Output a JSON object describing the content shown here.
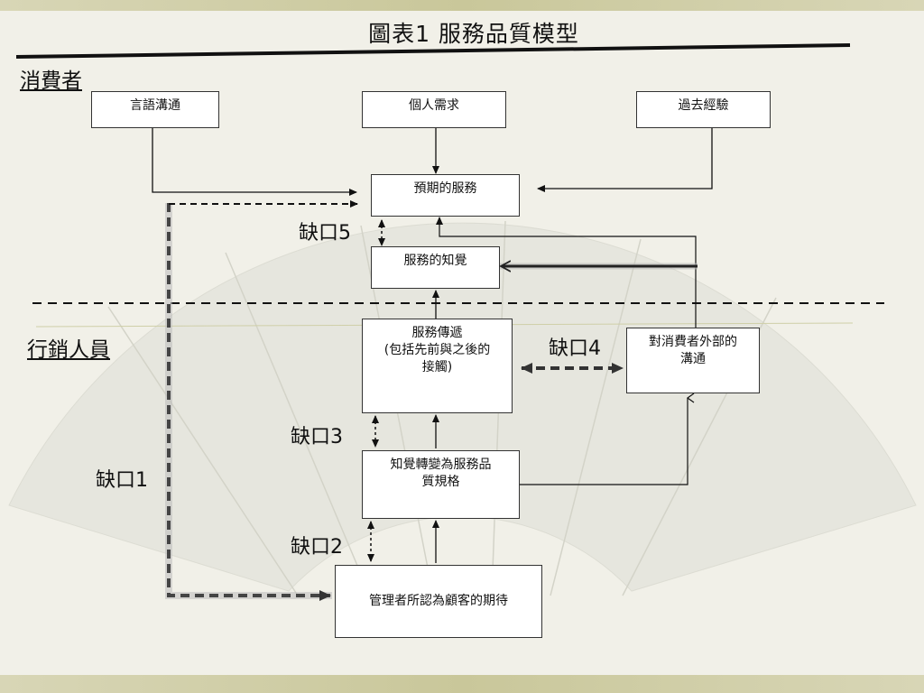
{
  "title": "圖表1 服務品質模型",
  "sections": {
    "consumer": "消費者",
    "marketer": "行銷人員"
  },
  "boxes": {
    "word_of_mouth": "言語溝通",
    "personal_needs": "個人需求",
    "past_experience": "過去經驗",
    "expected_service": "預期的服務",
    "perceived_service": "服務的知覺",
    "service_delivery": "服務傳遞\n(包括先前與之後的\n接觸)",
    "external_comm": "對消費者外部的\n溝通",
    "translation": "知覺轉變為服務品\n質規格",
    "management_perception": "管理者所認為顧客的期待"
  },
  "gaps": {
    "gap1": "缺口1",
    "gap2": "缺口2",
    "gap3": "缺口3",
    "gap4": "缺口4",
    "gap5": "缺口5"
  },
  "colors": {
    "line": "#111111",
    "dash_thick": "#444444",
    "band": "#c9c79a"
  }
}
